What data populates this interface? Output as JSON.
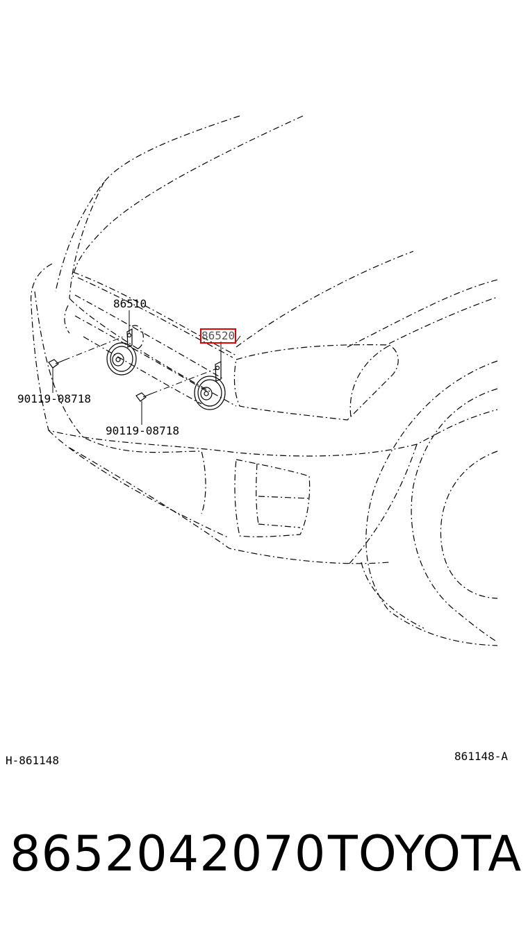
{
  "callouts": {
    "horn_low": "86510",
    "horn_high": "86520",
    "bolt_left": "90119-08718",
    "bolt_center": "90119-08718"
  },
  "footer": {
    "illustration_code": "H-861148",
    "figure_ref": "861148-A"
  },
  "caption": {
    "part_number": "8652042070",
    "brand": "TOYOTA"
  },
  "colors": {
    "highlight": "#e00000",
    "line": "#000000"
  }
}
